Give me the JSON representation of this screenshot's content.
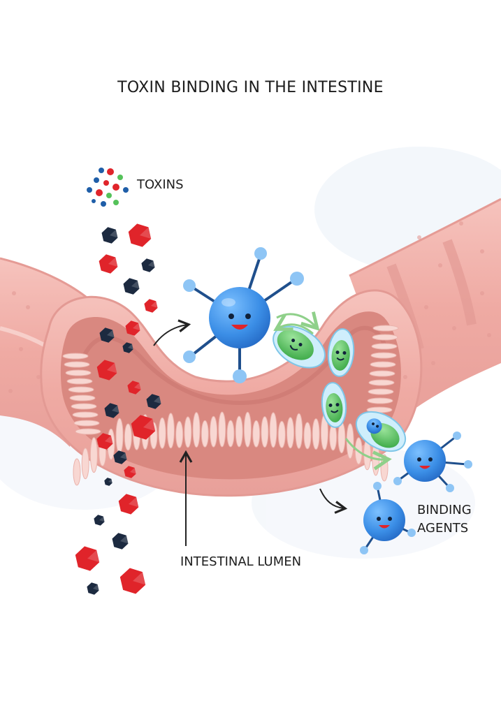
{
  "title": "TOXIN BINDING IN THE INTESTINE",
  "labels": {
    "toxins": "TOXINS",
    "lumen": "INTESTINAL LUMEN",
    "binding_line1": "BINDING",
    "binding_line2": "AGENTS"
  },
  "colors": {
    "background": "#ffffff",
    "tissue": "#f2b4ae",
    "tissue_dark": "#e39a94",
    "lumen": "#d98880",
    "villi": "#f8d7d2",
    "toxin_red": "#e0242a",
    "toxin_dark": "#1c2a40",
    "binder_blue": "#3b8ee6",
    "capsule_green": "#55c25a",
    "arrow_green": "#8fd08a"
  },
  "icons": [
    "toxin-cluster-icon",
    "binding-agent-icon",
    "capsule-icon",
    "arrow-icon"
  ]
}
